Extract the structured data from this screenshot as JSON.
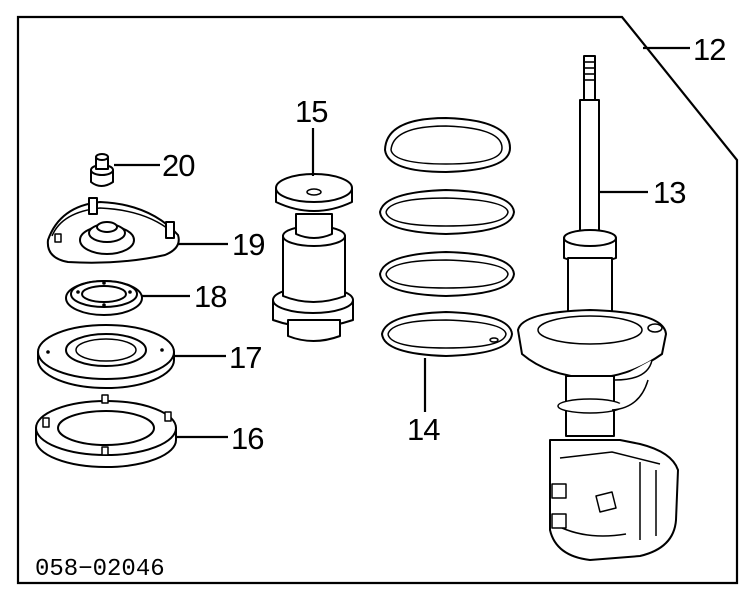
{
  "diagram": {
    "code": "058−02046",
    "callouts": {
      "c12": "12",
      "c13": "13",
      "c14": "14",
      "c15": "15",
      "c16": "16",
      "c17": "17",
      "c18": "18",
      "c19": "19",
      "c20": "20"
    }
  }
}
